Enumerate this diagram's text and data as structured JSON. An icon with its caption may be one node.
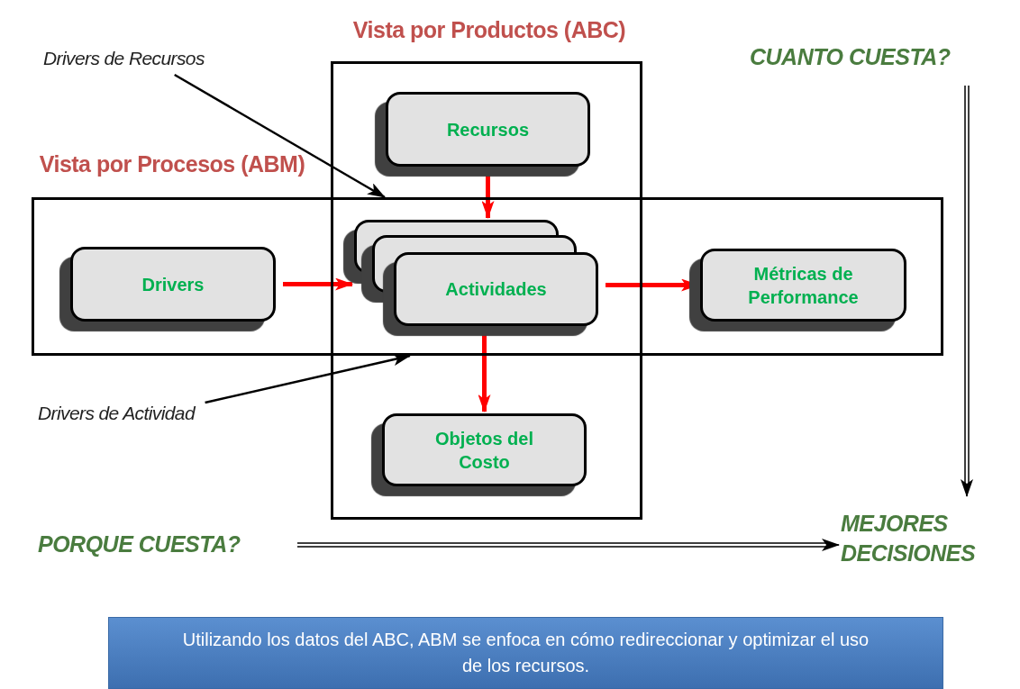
{
  "diagram": {
    "nodes": [
      {
        "text": [
          "Vista por Productos (ABC)"
        ]
      },
      {
        "text": [
          "Vista por Procesos (ABM)"
        ]
      },
      {
        "text": [
          "Recursos"
        ],
        "in": 0
      },
      {
        "text": [
          "Drivers"
        ],
        "in": 1
      },
      {
        "text": [
          "Actividades"
        ]
      },
      {
        "text": [
          "Métricas de Performance"
        ],
        "in": 1
      },
      {
        "text": [
          "Objetos del Costo"
        ],
        "in": 0
      },
      {
        "text": [
          "Drivers de Recursos"
        ]
      },
      {
        "text": [
          "Drivers de Actividad"
        ]
      },
      {
        "text": [
          "CUANTO CUESTA?"
        ]
      },
      {
        "text": [
          "PORQUE CUESTA?"
        ]
      },
      {
        "text": [
          "MEJORES DECISIONES"
        ]
      },
      {
        "text": [
          "Utilizando los datos del ABC, ABM se enfoca en cómo redireccionar y optimizar el uso de los recursos."
        ]
      }
    ],
    "edges": [
      {
        "from": 2,
        "to": 4,
        "arrow": "to",
        "style": "thick",
        "color": "#ff0000"
      },
      {
        "from": 3,
        "to": 4,
        "arrow": "to",
        "style": "thick",
        "color": "#ff0000"
      },
      {
        "from": 4,
        "to": 5,
        "arrow": "to",
        "style": "thick",
        "color": "#ff0000"
      },
      {
        "from": 4,
        "to": 6,
        "arrow": "to",
        "style": "thick",
        "color": "#ff0000"
      },
      {
        "from": 7,
        "to": 1,
        "arrow": "to",
        "color": "#000000"
      },
      {
        "from": 8,
        "to": 1,
        "arrow": "to",
        "color": "#000000"
      },
      {
        "from": 9,
        "to": 11,
        "arrow": "to",
        "color": "#000000"
      },
      {
        "from": 10,
        "to": 11,
        "arrow": "to",
        "color": "#000000"
      }
    ]
  }
}
